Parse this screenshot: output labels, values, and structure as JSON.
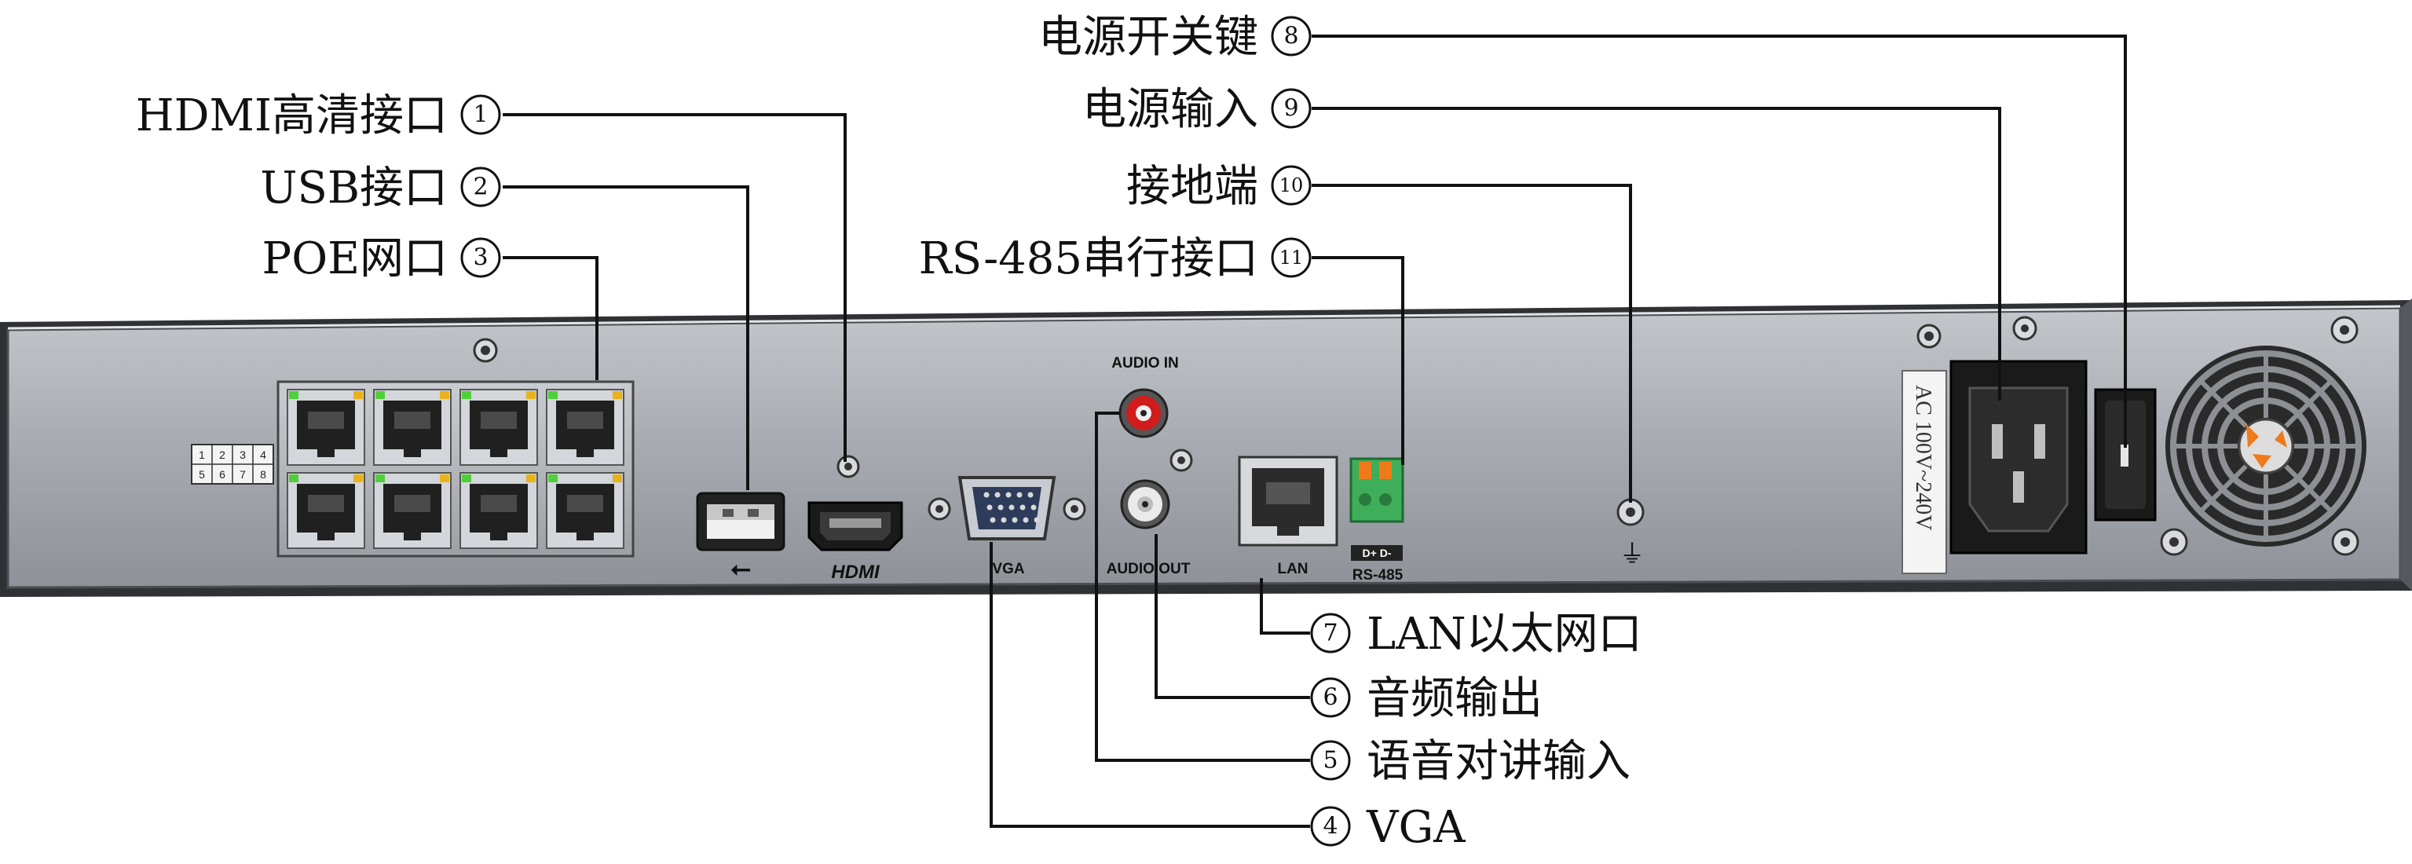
{
  "callouts": [
    {
      "num": "1",
      "label": "HDMI高清接口"
    },
    {
      "num": "2",
      "label": "USB接口"
    },
    {
      "num": "3",
      "label": "POE网口"
    },
    {
      "num": "4",
      "label": "VGA"
    },
    {
      "num": "5",
      "label": "语音对讲输入"
    },
    {
      "num": "6",
      "label": "音频输出"
    },
    {
      "num": "7",
      "label": "LAN以太网口"
    },
    {
      "num": "8",
      "label": "电源开关键"
    },
    {
      "num": "9",
      "label": "电源输入"
    },
    {
      "num": "10",
      "label": "接地端"
    },
    {
      "num": "11",
      "label": "RS-485串行接口"
    }
  ],
  "panel": {
    "port_map": [
      "1",
      "2",
      "3",
      "4",
      "5",
      "6",
      "7",
      "8"
    ],
    "audio_in": "AUDIO IN",
    "audio_out": "AUDIO OUT",
    "vga": "VGA",
    "lan": "LAN",
    "hdmi_logo": "HDMI",
    "usb_symbol": "⭠",
    "ground_symbol": "⏚",
    "rs485": "RS-485",
    "rs485_pins": "D+ D-",
    "psu_rating": "AC 100V~240V"
  },
  "colors": {
    "chassis": "#a9adb3",
    "chassis_edge": "#3a3c40",
    "rca_red": "#d01c1c",
    "rca_white": "#e8e8e8",
    "terminal_green": "#3fae5a",
    "terminal_orange": "#f07a1a",
    "led_green": "#4fcf3a",
    "led_amber": "#e8b21a"
  }
}
